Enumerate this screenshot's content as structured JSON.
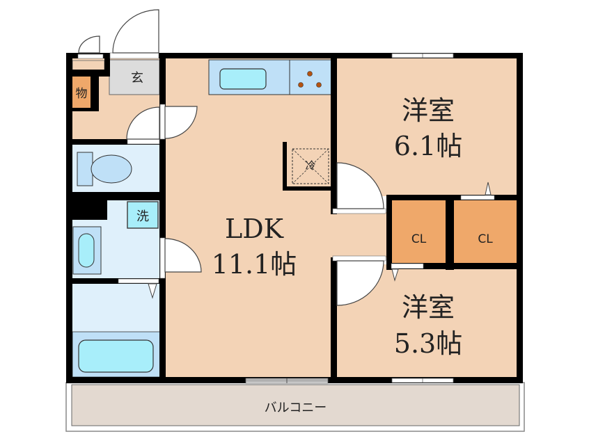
{
  "floorplan": {
    "colors": {
      "wall": "#000000",
      "floor": "#f3d3b6",
      "wet_area": "#dff0fb",
      "fixture": "#bfe0f7",
      "basin": "#a8eefa",
      "closet": "#efa86a",
      "entrance": "#dcdcdc",
      "balcony": "#e3d9d0",
      "burner": "#b5520f"
    },
    "rooms": {
      "ldk": {
        "name": "LDK",
        "size": "11.1帖"
      },
      "western_room_1": {
        "name": "洋室",
        "size": "6.1帖"
      },
      "western_room_2": {
        "name": "洋室",
        "size": "5.3帖"
      },
      "closet_1": {
        "label": "CL"
      },
      "closet_2": {
        "label": "CL"
      },
      "entrance": {
        "label": "玄"
      },
      "storage": {
        "label": "物"
      },
      "washer": {
        "label": "洗"
      },
      "fridge": {
        "label": "冷"
      },
      "balcony": {
        "label": "バルコニー"
      }
    }
  }
}
